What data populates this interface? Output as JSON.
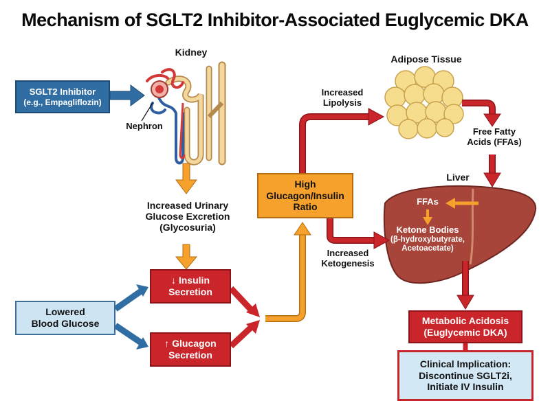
{
  "title": "Mechanism of SGLT2 Inhibitor-Associated Euglycemic DKA",
  "labels": {
    "kidney": "Kidney",
    "nephron": "Nephron",
    "adipose": "Adipose Tissue",
    "liver": "Liver",
    "lipolysis": [
      "Increased",
      "Lipolysis"
    ],
    "ffa": [
      "Free Fatty",
      "Acids (FFAs)"
    ],
    "urinary": [
      "Increased Urinary",
      "Glucose Excretion",
      "(Glycosuria)"
    ],
    "ketogenesis": [
      "Increased",
      "Ketogenesis"
    ],
    "liver_ffas": "FFAs",
    "ketone": [
      "Ketone Bodies",
      "(β-hydroxybutyrate,",
      "Acetoacetate)"
    ]
  },
  "boxes": {
    "sglt2": [
      "SGLT2 Inhibitor",
      "(e.g., Empagliflozin)"
    ],
    "lowered": [
      "Lowered",
      "Blood Glucose"
    ],
    "insulin": [
      "↓ Insulin",
      "Secretion"
    ],
    "glucagon": [
      "↑ Glucagon",
      "Secretion"
    ],
    "ratio": [
      "High",
      "Glucagon/Insulin",
      "Ratio"
    ],
    "acidosis": [
      "Metabolic Acidosis",
      "(Euglycemic DKA)"
    ],
    "clinical": [
      "Clinical Implication:",
      "Discontinue SGLT2i,",
      "Initiate IV Insulin"
    ]
  },
  "colors": {
    "blue": "#2f6da3",
    "light_blue": "#cde4f3",
    "red": "#c9252b",
    "orange": "#f5a12b",
    "liver": "#a8453a",
    "fat": "#f6dd8e"
  }
}
